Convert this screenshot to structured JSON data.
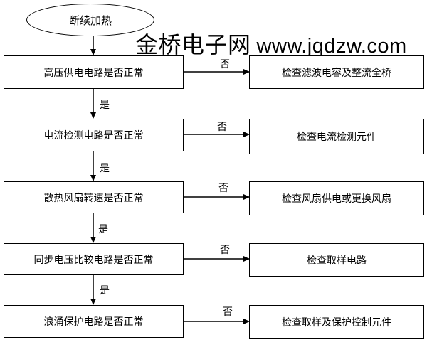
{
  "start": "断续加热",
  "watermark": {
    "name": "金桥电子网",
    "url": "www.jqdzw.com"
  },
  "steps": [
    {
      "check": "高压供电电路是否正常",
      "action": "检查滤波电容及整流全桥",
      "yes": "是",
      "no": "否"
    },
    {
      "check": "电流检测电路是否正常",
      "action": "检查电流检测元件",
      "yes": "是",
      "no": "否"
    },
    {
      "check": "散热风扇转速是否正常",
      "action": "检查风扇供电或更换风扇",
      "yes": "是",
      "no": "否"
    },
    {
      "check": "同步电压比较电路是否正常",
      "action": "检查取样电路",
      "yes": "是",
      "no": "否"
    },
    {
      "check": "浪涌保护电路是否正常",
      "action": "检查取样及保护控制元件",
      "no": "否"
    }
  ]
}
